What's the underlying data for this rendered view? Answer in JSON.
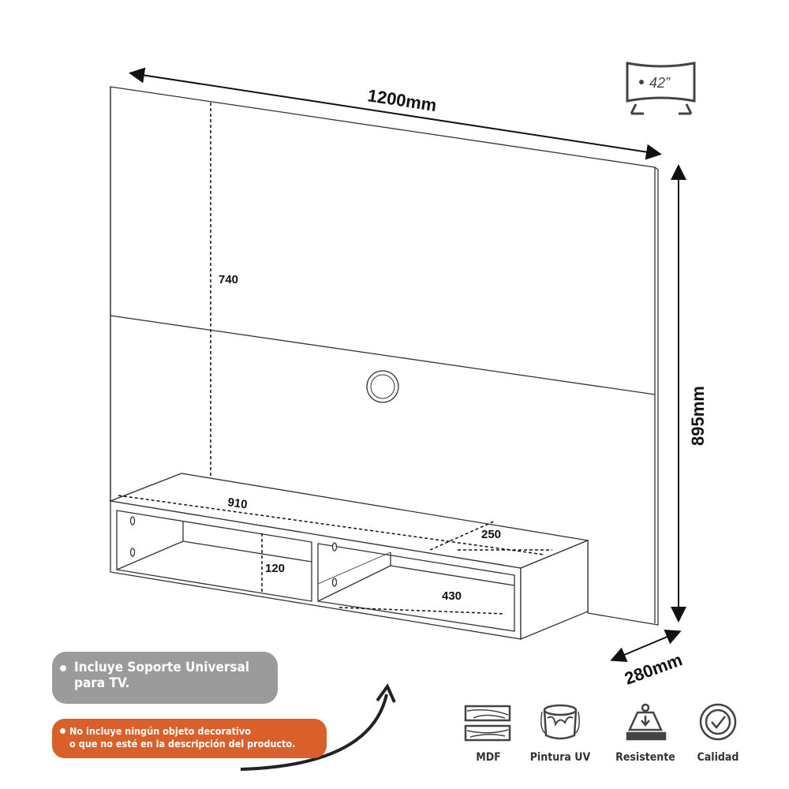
{
  "dimensions": {
    "width": "1200mm",
    "height": "895mm",
    "depth": "280mm",
    "panel_upper": "740",
    "shelf_width": "910",
    "shelf_depth": "250",
    "niche_height": "120",
    "niche_width": "430"
  },
  "tv_badge": {
    "label": "42”",
    "icon": "tv-icon"
  },
  "notes": {
    "support": "Incluye Soporte Universal para TV.",
    "disclaimer_line1": "No incluye ningún objeto decorativo",
    "disclaimer_line2": "o que no esté en la descripción del producto."
  },
  "features": [
    {
      "label": "MDF",
      "icon": "wood-planks-icon"
    },
    {
      "label": "Pintura UV",
      "icon": "paint-bucket-icon"
    },
    {
      "label": "Resistente",
      "icon": "weight-icon"
    },
    {
      "label": "Calidad",
      "icon": "quality-check-icon"
    }
  ],
  "colors": {
    "gray_note": "#9b9b9b",
    "orange_note": "#d9602a",
    "line": "#222222"
  }
}
